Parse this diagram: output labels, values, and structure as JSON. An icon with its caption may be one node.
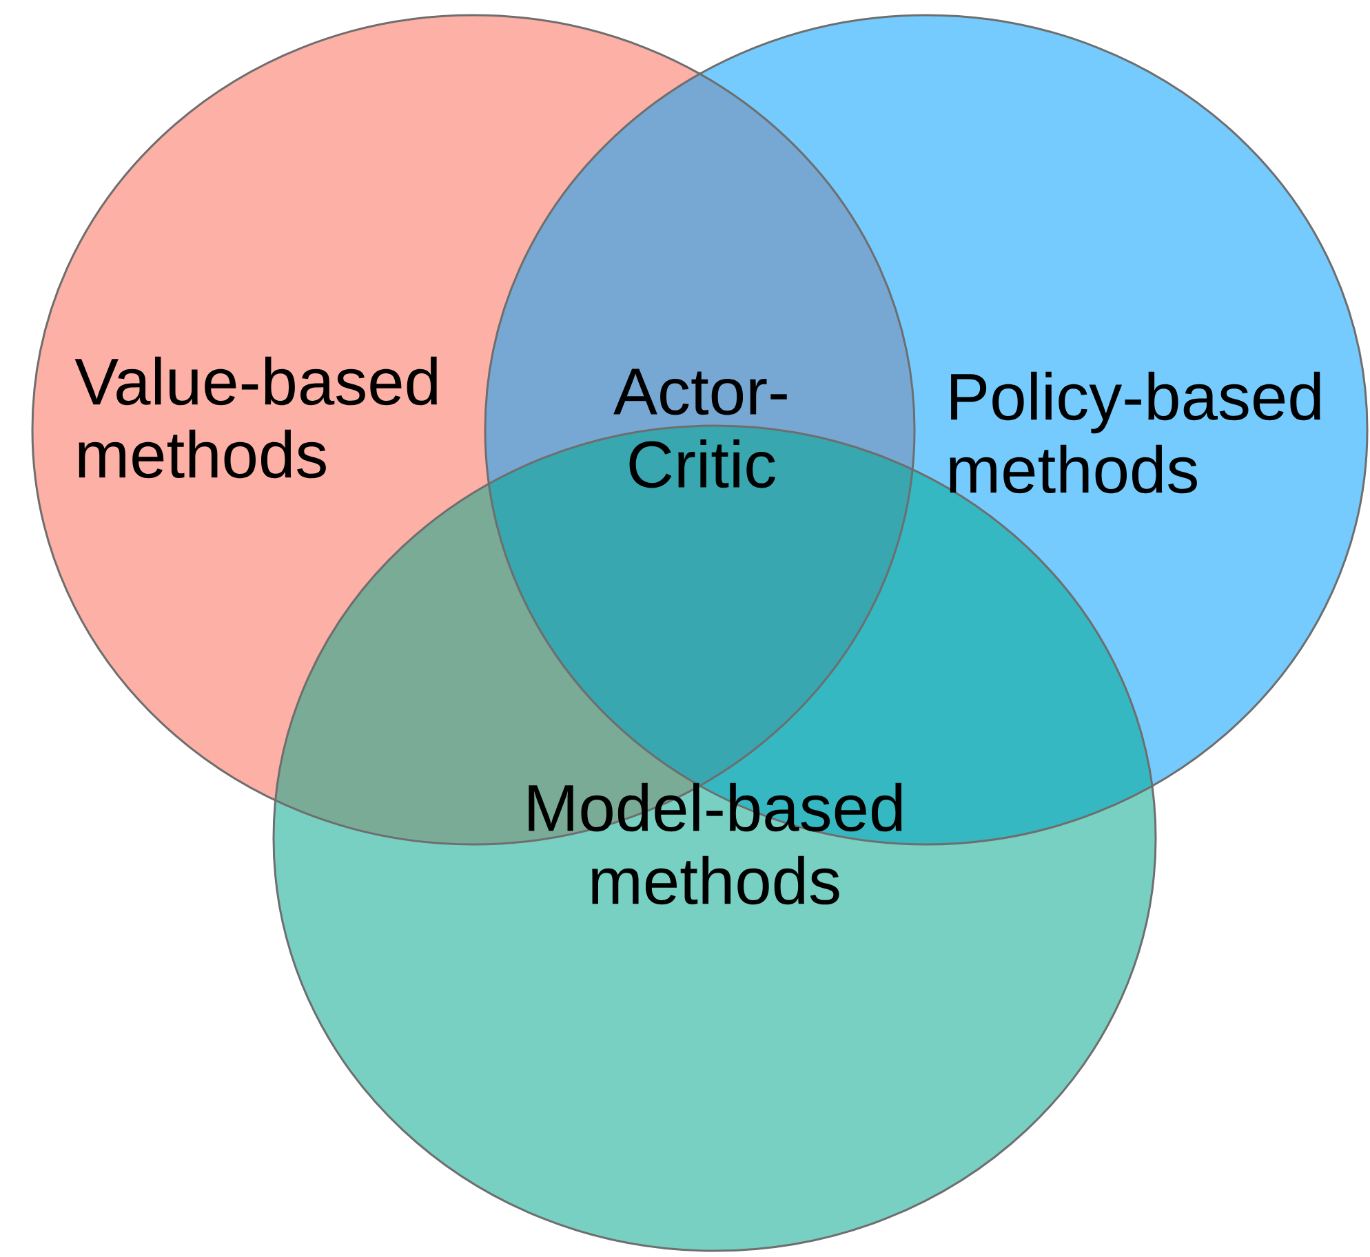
{
  "diagram": {
    "nodes": [
      {
        "text": [
          "Value-based methods"
        ]
      },
      {
        "text": [
          "Policy-based methods"
        ]
      },
      {
        "text": [
          "Model-based methods"
        ]
      }
    ],
    "labels": [
      "Actor-Critic"
    ]
  }
}
